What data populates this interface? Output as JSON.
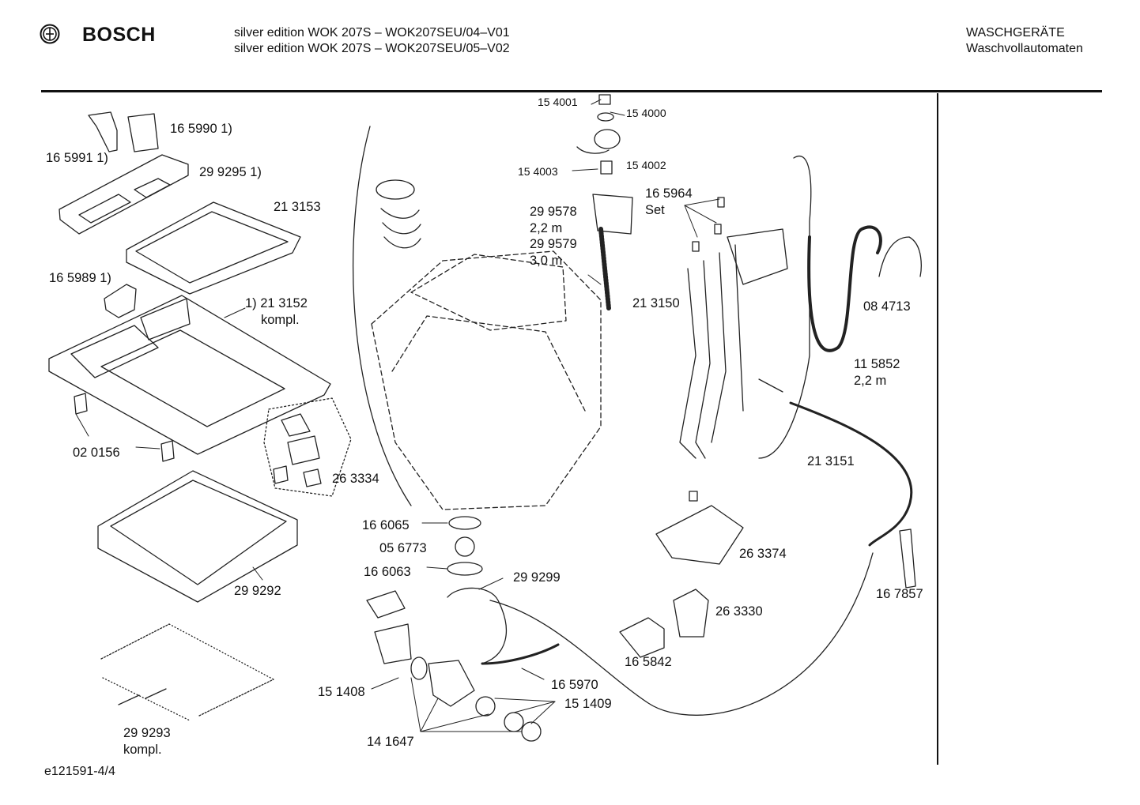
{
  "brand": {
    "name": "BOSCH",
    "logo_icon": "bosch-armature-icon"
  },
  "header": {
    "model_line_1": "silver edition WOK 207S – WOK207SEU/04–V01",
    "model_line_2": "silver edition WOK 207S – WOK207SEU/05–V02",
    "category_line_1": "WASCHGERÄTE",
    "category_line_2": "Waschvollautomaten"
  },
  "parts": [
    {
      "id": "p1",
      "text": "16 5990 1)"
    },
    {
      "id": "p2",
      "text": "16 5991 1)"
    },
    {
      "id": "p3",
      "text": "29 9295 1)"
    },
    {
      "id": "p4",
      "text": "21 3153"
    },
    {
      "id": "p5",
      "text": "16 5989 1)"
    },
    {
      "id": "p6",
      "text": "1) 21 3152"
    },
    {
      "id": "p7",
      "text": "kompl."
    },
    {
      "id": "p8",
      "text": "02 0156"
    },
    {
      "id": "p9",
      "text": "26 3334"
    },
    {
      "id": "p10",
      "text": "29 9292"
    },
    {
      "id": "p11",
      "text": "29 9293"
    },
    {
      "id": "p12",
      "text": "kompl."
    },
    {
      "id": "p13",
      "text": "15 4001"
    },
    {
      "id": "p14",
      "text": "15 4000"
    },
    {
      "id": "p15",
      "text": "15 4002"
    },
    {
      "id": "p16",
      "text": "15 4003"
    },
    {
      "id": "p17",
      "text": "29 9578"
    },
    {
      "id": "p18",
      "text": "2,2 m"
    },
    {
      "id": "p19",
      "text": "29 9579"
    },
    {
      "id": "p20",
      "text": "3,0 m"
    },
    {
      "id": "p21",
      "text": "16 5964"
    },
    {
      "id": "p22",
      "text": "Set"
    },
    {
      "id": "p23",
      "text": "21 3150"
    },
    {
      "id": "p24",
      "text": "08 4713"
    },
    {
      "id": "p25",
      "text": "11 5852"
    },
    {
      "id": "p26",
      "text": "2,2 m"
    },
    {
      "id": "p27",
      "text": "21 3151"
    },
    {
      "id": "p28",
      "text": "16 6065"
    },
    {
      "id": "p29",
      "text": "05 6773"
    },
    {
      "id": "p30",
      "text": "16 6063"
    },
    {
      "id": "p31",
      "text": "29 9299"
    },
    {
      "id": "p32",
      "text": "26 3374"
    },
    {
      "id": "p33",
      "text": "16 7857"
    },
    {
      "id": "p34",
      "text": "26 3330"
    },
    {
      "id": "p35",
      "text": "16 5842"
    },
    {
      "id": "p36",
      "text": "16 5970"
    },
    {
      "id": "p37",
      "text": "15 1408"
    },
    {
      "id": "p38",
      "text": "15 1409"
    },
    {
      "id": "p39",
      "text": "14 1647"
    }
  ],
  "footer": {
    "doc_id": "e121591-4/4"
  }
}
